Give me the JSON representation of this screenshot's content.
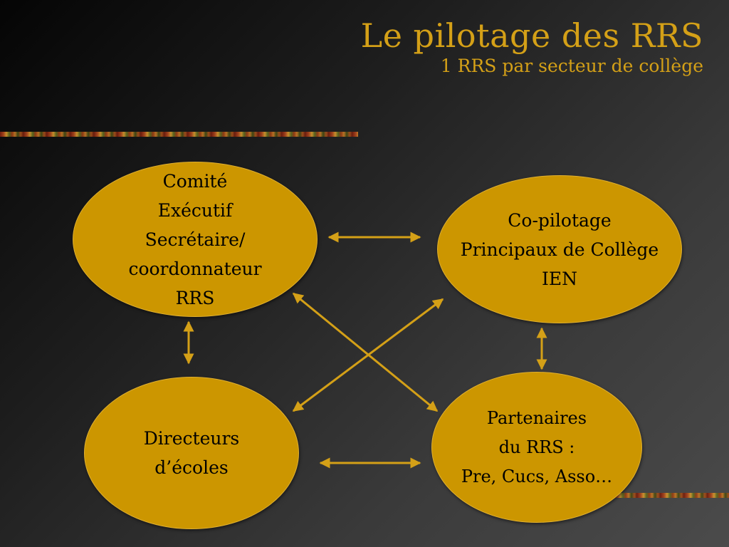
{
  "slide": {
    "title": "Le pilotage des RRS",
    "subtitle": "1 RRS par secteur de collège"
  },
  "nodes": {
    "comite": "Comité\nExécutif\nSecrétaire/\ncoordonnateur\nRRS",
    "copilotage": "Co-pilotage\nPrincipaux de Collège\nIEN",
    "directeurs": "Directeurs\nd’écoles",
    "partenaires": "Partenaires\ndu RRS :\nPre, Cucs, Asso…"
  },
  "colors": {
    "accent": "#d4a017",
    "node_fill": "#cc9600",
    "arrow": "#d4a017"
  },
  "connections": [
    {
      "from": "comite",
      "to": "copilotage",
      "direction": "both"
    },
    {
      "from": "comite",
      "to": "directeurs",
      "direction": "both"
    },
    {
      "from": "copilotage",
      "to": "partenaires",
      "direction": "both"
    },
    {
      "from": "directeurs",
      "to": "partenaires",
      "direction": "both"
    },
    {
      "from": "comite",
      "to": "partenaires",
      "direction": "both"
    },
    {
      "from": "copilotage",
      "to": "directeurs",
      "direction": "both"
    }
  ]
}
